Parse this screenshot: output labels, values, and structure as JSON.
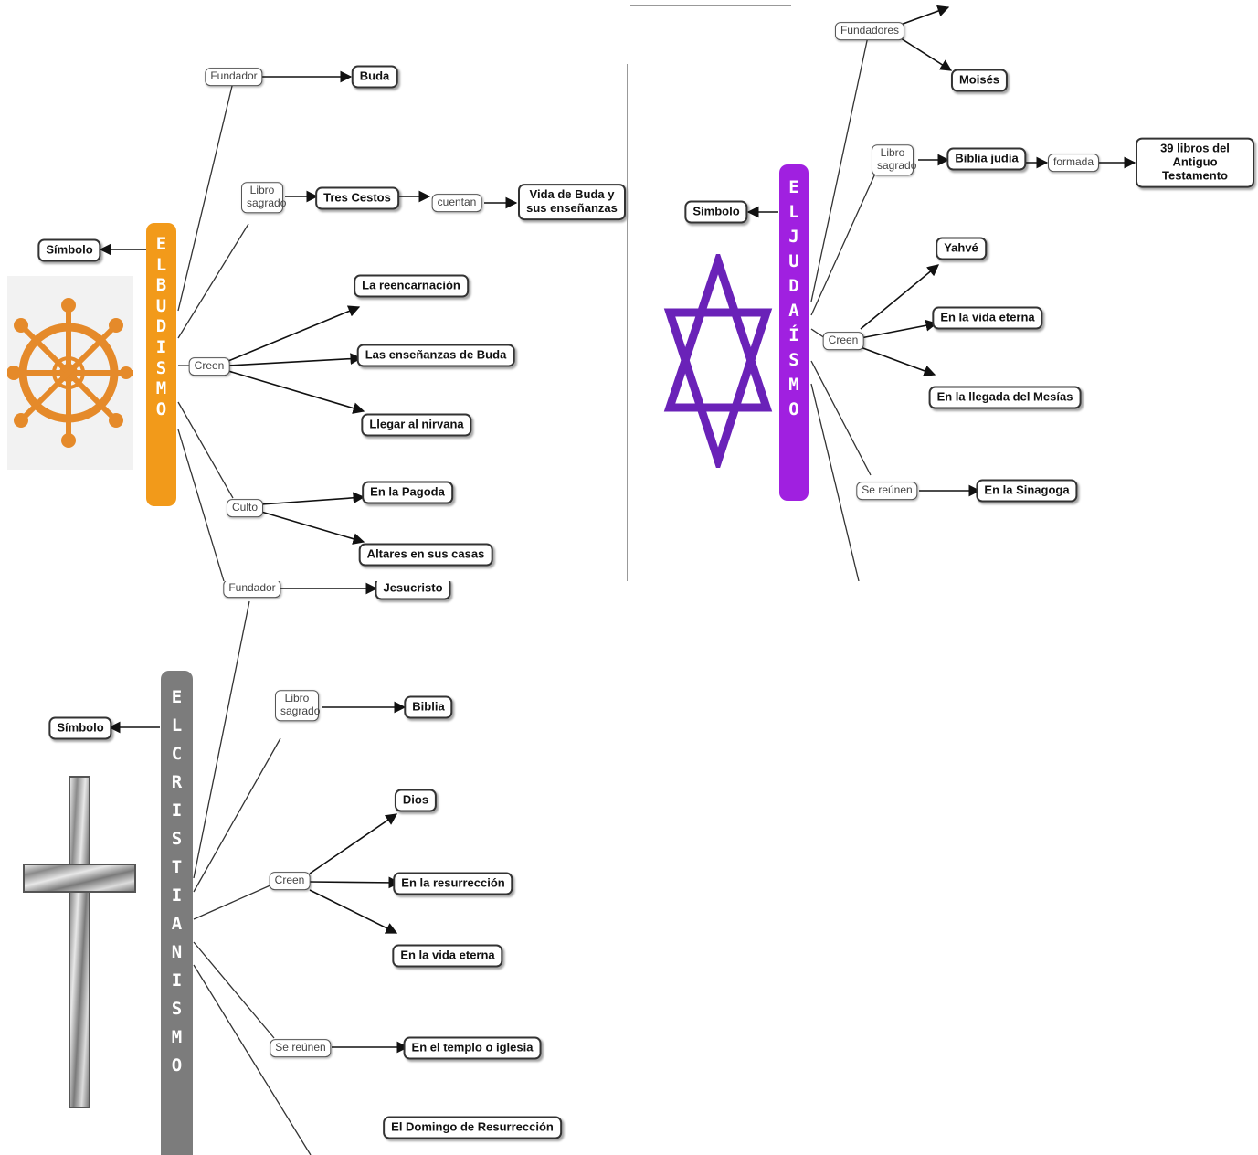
{
  "budismo": {
    "title": "EL BUDISMO",
    "color": "#f29a1a",
    "symbol_label": "Símbolo",
    "symbol_icon": "dharma-wheel",
    "nodes": {
      "fundador": "Fundador",
      "buda": "Buda",
      "libro": "Libro sagrado",
      "tres_cestos": "Tres Cestos",
      "cuentan": "cuentan",
      "vida": "Vida de Buda y sus enseñanzas",
      "creen": "Creen",
      "reencarnacion": "La reencarnación",
      "ensenanzas": "Las enseñanzas de Buda",
      "nirvana": "Llegar al nirvana",
      "culto": "Culto",
      "pagoda": "En la Pagoda",
      "altares": "Altares en sus casas"
    }
  },
  "judaismo": {
    "title": "EL JUDAÍSMO",
    "color": "#a020e0",
    "symbol_label": "Símbolo",
    "symbol_icon": "star-of-david",
    "nodes": {
      "fundadores": "Fundadores",
      "moises": "Moisés",
      "libro": "Libro sagrado",
      "biblia": "Biblia judía",
      "formada": "formada",
      "libros39": "39 libros del Antiguo Testamento",
      "creen": "Creen",
      "yahve": "Yahvé",
      "vida": "En la vida eterna",
      "mesias": "En la llegada del Mesías",
      "reunen": "Se reúnen",
      "sinagoga": "En la Sinagoga"
    }
  },
  "cristianismo": {
    "title": "EL CRISTIANISMO",
    "color": "#7c7c7c",
    "symbol_label": "Símbolo",
    "symbol_icon": "cross",
    "nodes": {
      "fundador": "Fundador",
      "jesucristo": "Jesucristo",
      "libro": "Libro sagrado",
      "biblia": "Biblia",
      "creen": "Creen",
      "dios": "Dios",
      "resurreccion": "En la resurrección",
      "vida": "En la vida eterna",
      "reunen": "Se reúnen",
      "templo": "En el templo o iglesia",
      "domingo": "El Domingo de Resurrección"
    }
  }
}
